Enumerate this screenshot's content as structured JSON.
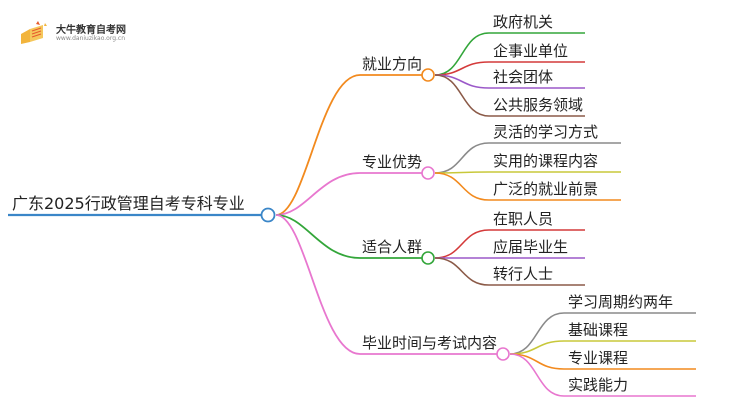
{
  "brand": {
    "name": "大牛教育自考网",
    "url": "www.daniuzikao.org.cn",
    "colors": {
      "book": "#f2b43c",
      "accent": "#e65a2c"
    }
  },
  "colors": {
    "root_line": "#3a86c8",
    "node_fill": "#ffffff"
  },
  "mindmap": {
    "root": "广东2025行政管理自考专科专业",
    "branches": [
      {
        "label": "就业方向",
        "color": "#f28a1e",
        "children": [
          {
            "label": "政府机关",
            "color": "#33a63a"
          },
          {
            "label": "企事业单位",
            "color": "#d43a3a"
          },
          {
            "label": "社会团体",
            "color": "#9b59c9"
          },
          {
            "label": "公共服务领域",
            "color": "#8b5a48"
          }
        ]
      },
      {
        "label": "专业优势",
        "color": "#e877cf",
        "children": [
          {
            "label": "灵活的学习方式",
            "color": "#8a8a8a"
          },
          {
            "label": "实用的课程内容",
            "color": "#c8c83a"
          },
          {
            "label": "广泛的就业前景",
            "color": "#f28a1e"
          }
        ]
      },
      {
        "label": "适合人群",
        "color": "#33a63a",
        "children": [
          {
            "label": "在职人员",
            "color": "#d43a3a"
          },
          {
            "label": "应届毕业生",
            "color": "#9b59c9"
          },
          {
            "label": "转行人士",
            "color": "#8b5a48"
          }
        ]
      },
      {
        "label": "毕业时间与考试内容",
        "color": "#e877cf",
        "children": [
          {
            "label": "学习周期约两年",
            "color": "#8a8a8a"
          },
          {
            "label": "基础课程",
            "color": "#c8c83a"
          },
          {
            "label": "专业课程",
            "color": "#f28a1e"
          },
          {
            "label": "实践能力",
            "color": "#e877cf"
          }
        ]
      }
    ]
  }
}
